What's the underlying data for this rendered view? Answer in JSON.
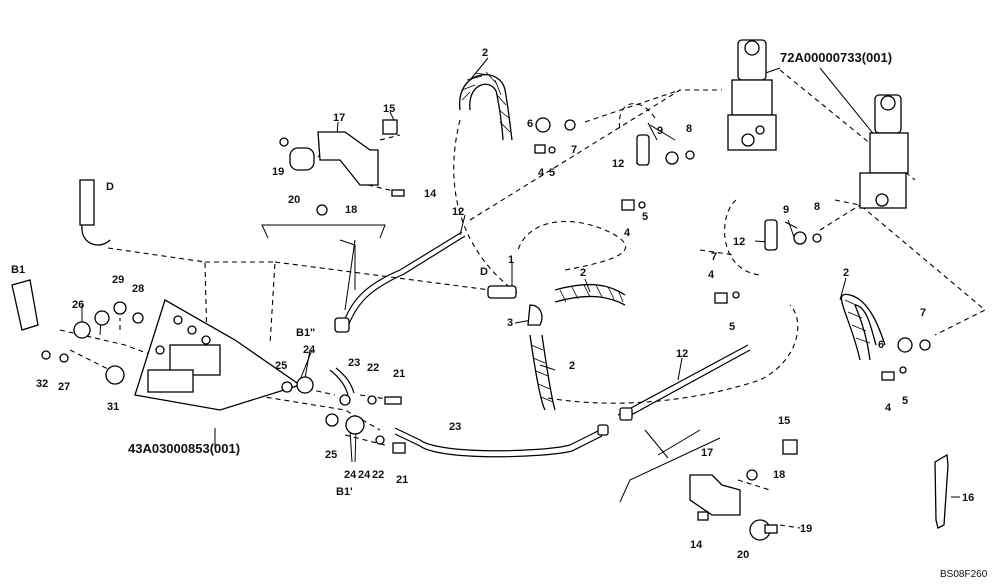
{
  "drawing_code": "BS08F260",
  "assembly_refs": {
    "cylinder": "72A00000733(001)",
    "valve_block": "43A03000853(001)"
  },
  "port_labels": {
    "d_top": "D",
    "d_mid": "D",
    "b1_left": "B1",
    "b1_dprime": "B1\"",
    "b1_prime": "B1'"
  },
  "callouts": [
    {
      "id": "c2a",
      "text": "2"
    },
    {
      "id": "c2b",
      "text": "2"
    },
    {
      "id": "c2c",
      "text": "2"
    },
    {
      "id": "c2d",
      "text": "2"
    },
    {
      "id": "c6a",
      "text": "6"
    },
    {
      "id": "c6b",
      "text": "6"
    },
    {
      "id": "c7a",
      "text": "7"
    },
    {
      "id": "c7b",
      "text": "7"
    },
    {
      "id": "c7c",
      "text": "7"
    },
    {
      "id": "c4a",
      "text": "4"
    },
    {
      "id": "c4b",
      "text": "4"
    },
    {
      "id": "c4c",
      "text": "4"
    },
    {
      "id": "c4d",
      "text": "4"
    },
    {
      "id": "c5a",
      "text": "5"
    },
    {
      "id": "c5b",
      "text": "5"
    },
    {
      "id": "c5c",
      "text": "5"
    },
    {
      "id": "c5d",
      "text": "5"
    },
    {
      "id": "c9a",
      "text": "9"
    },
    {
      "id": "c9b",
      "text": "9"
    },
    {
      "id": "c8a",
      "text": "8"
    },
    {
      "id": "c8b",
      "text": "8"
    },
    {
      "id": "c12a",
      "text": "12"
    },
    {
      "id": "c12b",
      "text": "12"
    },
    {
      "id": "c12c",
      "text": "12"
    },
    {
      "id": "c12d",
      "text": "12"
    },
    {
      "id": "c15a",
      "text": "15"
    },
    {
      "id": "c15b",
      "text": "15"
    },
    {
      "id": "c17a",
      "text": "17"
    },
    {
      "id": "c17b",
      "text": "17"
    },
    {
      "id": "c19a",
      "text": "19"
    },
    {
      "id": "c19b",
      "text": "19"
    },
    {
      "id": "c20a",
      "text": "20"
    },
    {
      "id": "c20b",
      "text": "20"
    },
    {
      "id": "c14a",
      "text": "14"
    },
    {
      "id": "c14b",
      "text": "14"
    },
    {
      "id": "c18a",
      "text": "18"
    },
    {
      "id": "c18b",
      "text": "18"
    },
    {
      "id": "c1",
      "text": "1"
    },
    {
      "id": "c3",
      "text": "3"
    },
    {
      "id": "c26",
      "text": "26"
    },
    {
      "id": "c29",
      "text": "29"
    },
    {
      "id": "c28",
      "text": "28"
    },
    {
      "id": "c32",
      "text": "32"
    },
    {
      "id": "c27",
      "text": "27"
    },
    {
      "id": "c31",
      "text": "31"
    },
    {
      "id": "c24a",
      "text": "24"
    },
    {
      "id": "c24b",
      "text": "24"
    },
    {
      "id": "c24c",
      "text": "24"
    },
    {
      "id": "c25a",
      "text": "25"
    },
    {
      "id": "c25b",
      "text": "25"
    },
    {
      "id": "c23a",
      "text": "23"
    },
    {
      "id": "c23b",
      "text": "23"
    },
    {
      "id": "c22a",
      "text": "22"
    },
    {
      "id": "c22b",
      "text": "22"
    },
    {
      "id": "c21a",
      "text": "21"
    },
    {
      "id": "c21b",
      "text": "21"
    },
    {
      "id": "c16",
      "text": "16"
    }
  ]
}
